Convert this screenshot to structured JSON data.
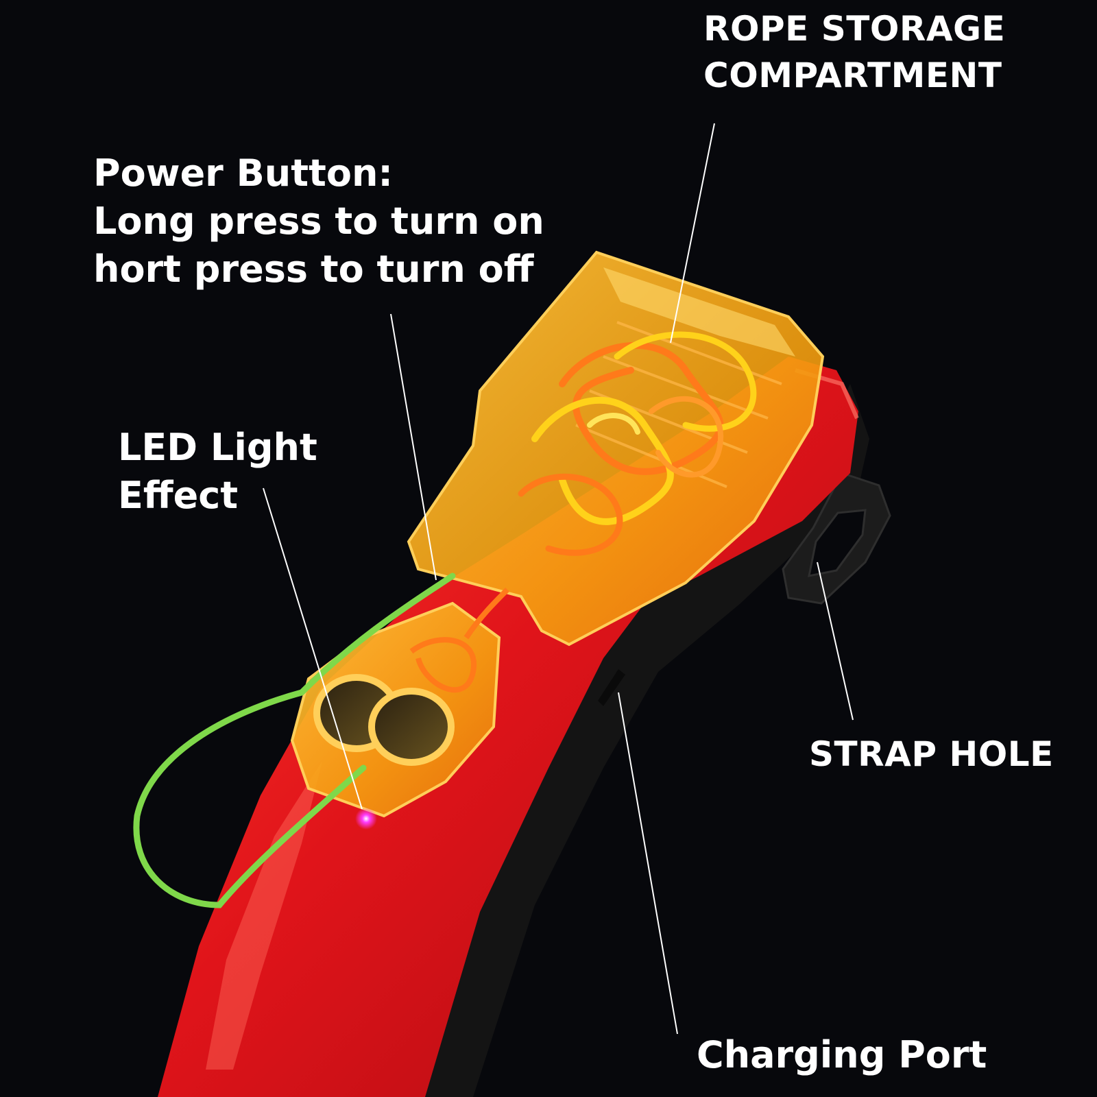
{
  "annotations": {
    "rope_storage": {
      "line1": "ROPE STORAGE",
      "line2": "COMPARTMENT"
    },
    "power_button": {
      "line1": "Power Button:",
      "line2": "Long press to turn on",
      "line3": "hort press to turn off"
    },
    "led_light": {
      "line1": "LED Light",
      "line2": "Effect"
    },
    "strap_hole": {
      "line1": "STRAP HOLE"
    },
    "charging_port": {
      "line1": "Charging Port"
    }
  },
  "colors": {
    "background": "#07080c",
    "handle_red": "#e0141a",
    "handle_black": "#141414",
    "compartment_amber": "#f5a010",
    "rope_orange": "#ff7a1a",
    "rope_yellow": "#ffd21a",
    "cord_green": "#7fd84a",
    "led_magenta": "#ff3cff",
    "leader_line": "#ffffff",
    "label_text": "#ffffff"
  }
}
